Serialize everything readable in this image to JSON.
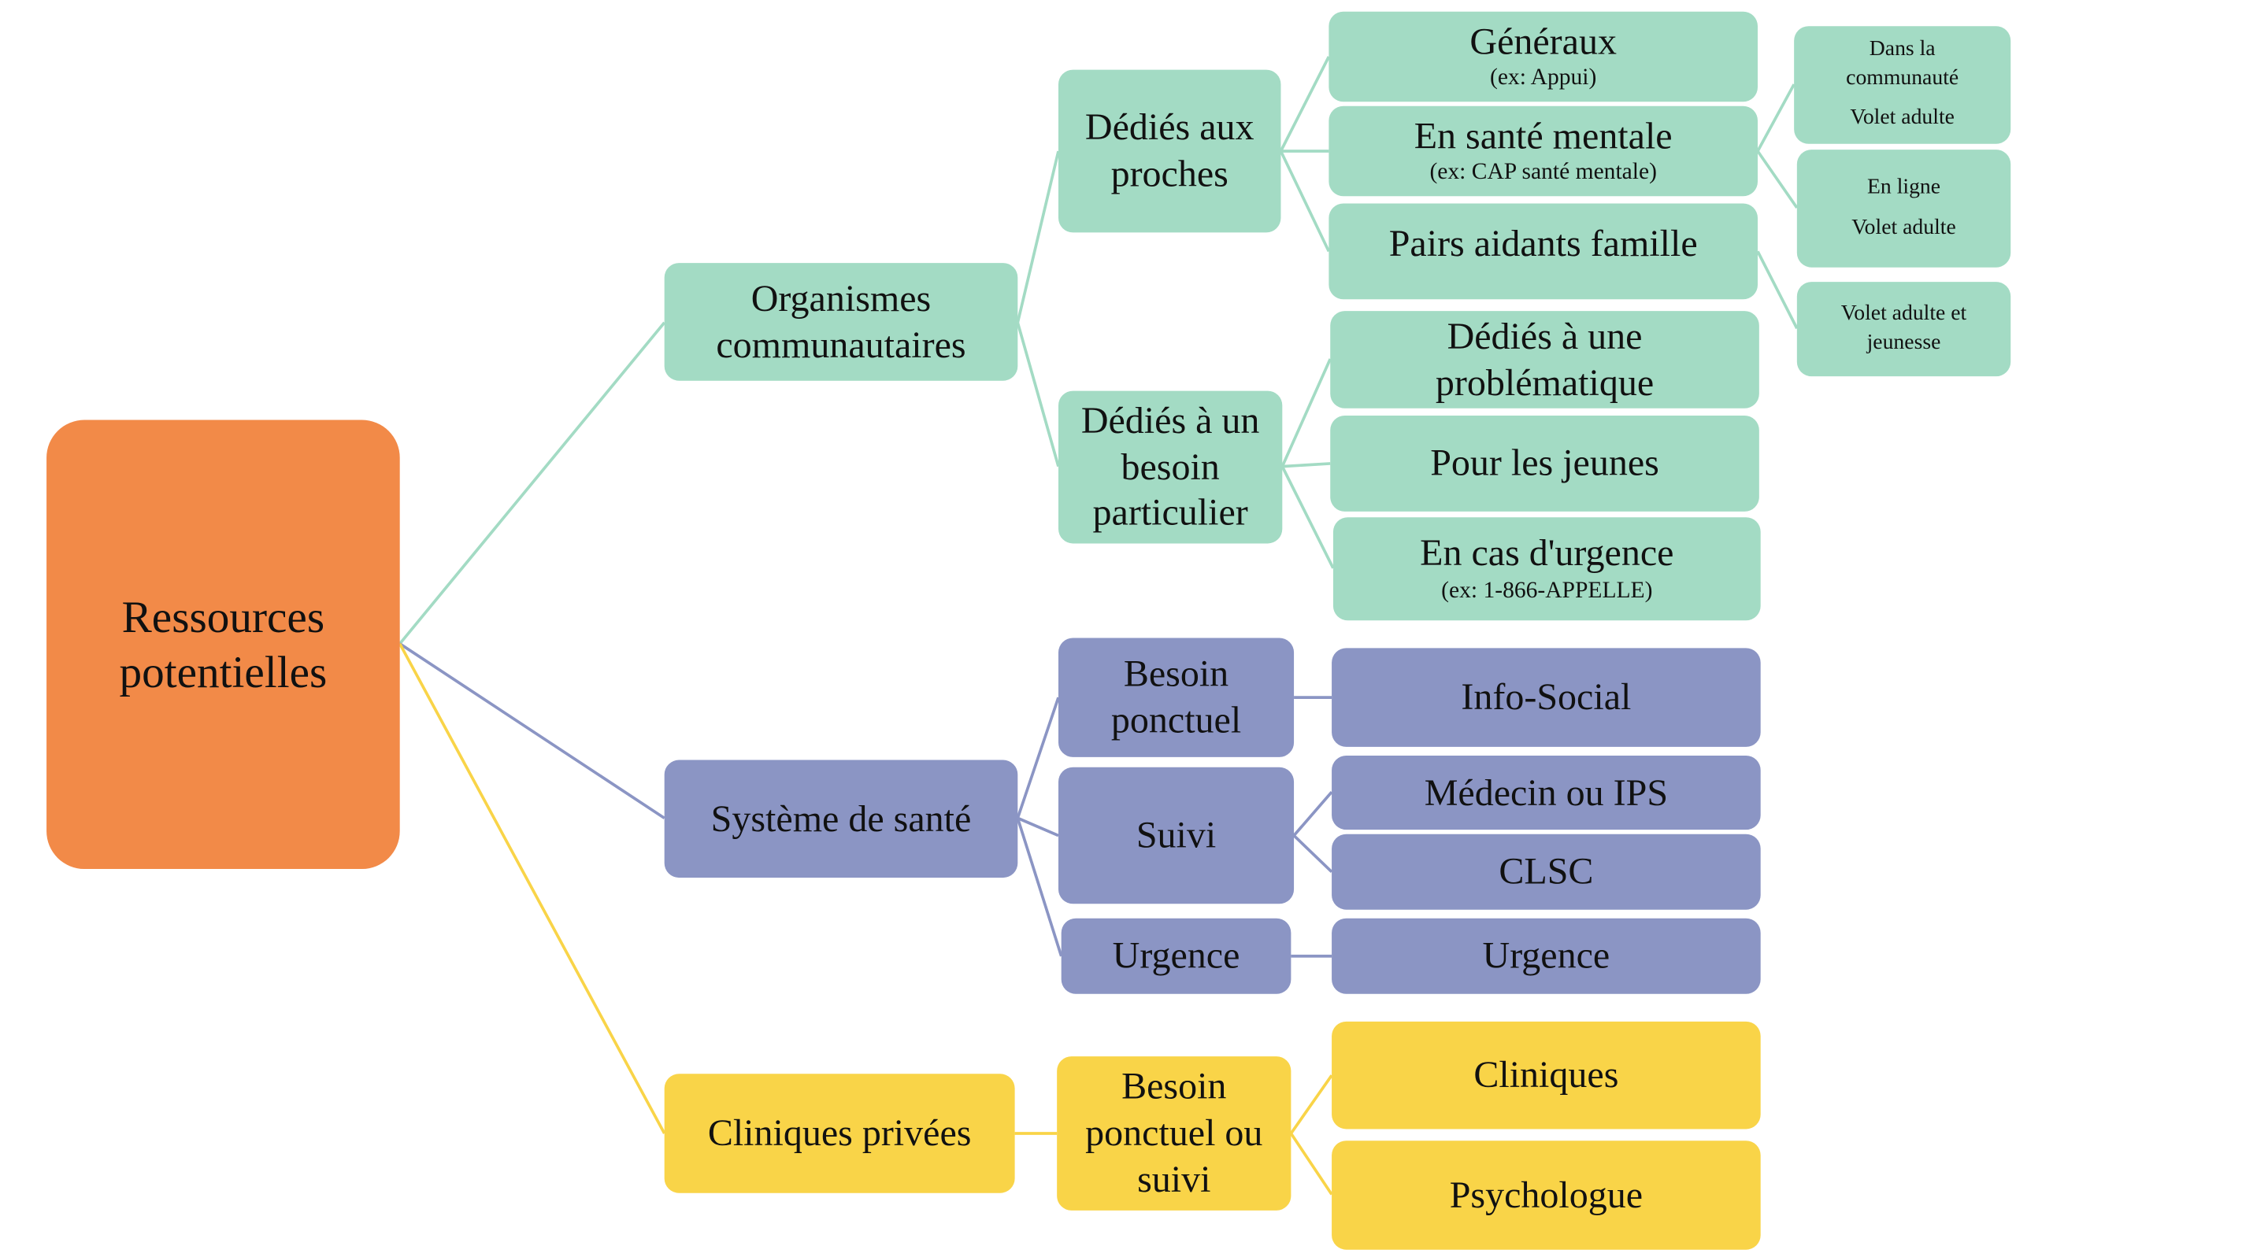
{
  "colors": {
    "root": "#F28A48",
    "community": "#A3DBC4",
    "health": "#8B95C4",
    "private": "#F9D448"
  },
  "root": {
    "label": "Ressources potentielles"
  },
  "organismes": {
    "label": "Organismes communautaires",
    "proches": {
      "label": "Dédiés aux proches",
      "generaux": {
        "label": "Généraux",
        "sub": "(ex: Appui)"
      },
      "sante_mentale": {
        "label": "En santé mentale",
        "sub": "(ex: CAP santé mentale)"
      },
      "pairs": {
        "label": "Pairs aidants famille"
      },
      "communaute": {
        "line1": "Dans la communauté",
        "line2": "Volet adulte"
      },
      "en_ligne": {
        "line1": "En ligne",
        "line2": "Volet adulte"
      },
      "adulte_jeunesse": {
        "line1": "Volet adulte et jeunesse"
      }
    },
    "besoin": {
      "label": "Dédiés à un besoin particulier",
      "problematique": {
        "label": "Dédiés à une problématique"
      },
      "jeunes": {
        "label": "Pour les jeunes"
      },
      "urgence": {
        "label": "En cas d'urgence",
        "sub": "(ex: 1-866-APPELLE)"
      }
    }
  },
  "sante": {
    "label": "Système de santé",
    "ponctuel": {
      "label": "Besoin ponctuel",
      "info_social": "Info-Social"
    },
    "suivi": {
      "label": "Suivi",
      "medecin": "Médecin ou IPS",
      "clsc": "CLSC"
    },
    "urgence": {
      "label": "Urgence",
      "target": "Urgence"
    }
  },
  "privees": {
    "label": "Cliniques privées",
    "besoin": {
      "label": "Besoin ponctuel ou suivi",
      "cliniques": "Cliniques",
      "psychologue": "Psychologue"
    }
  }
}
